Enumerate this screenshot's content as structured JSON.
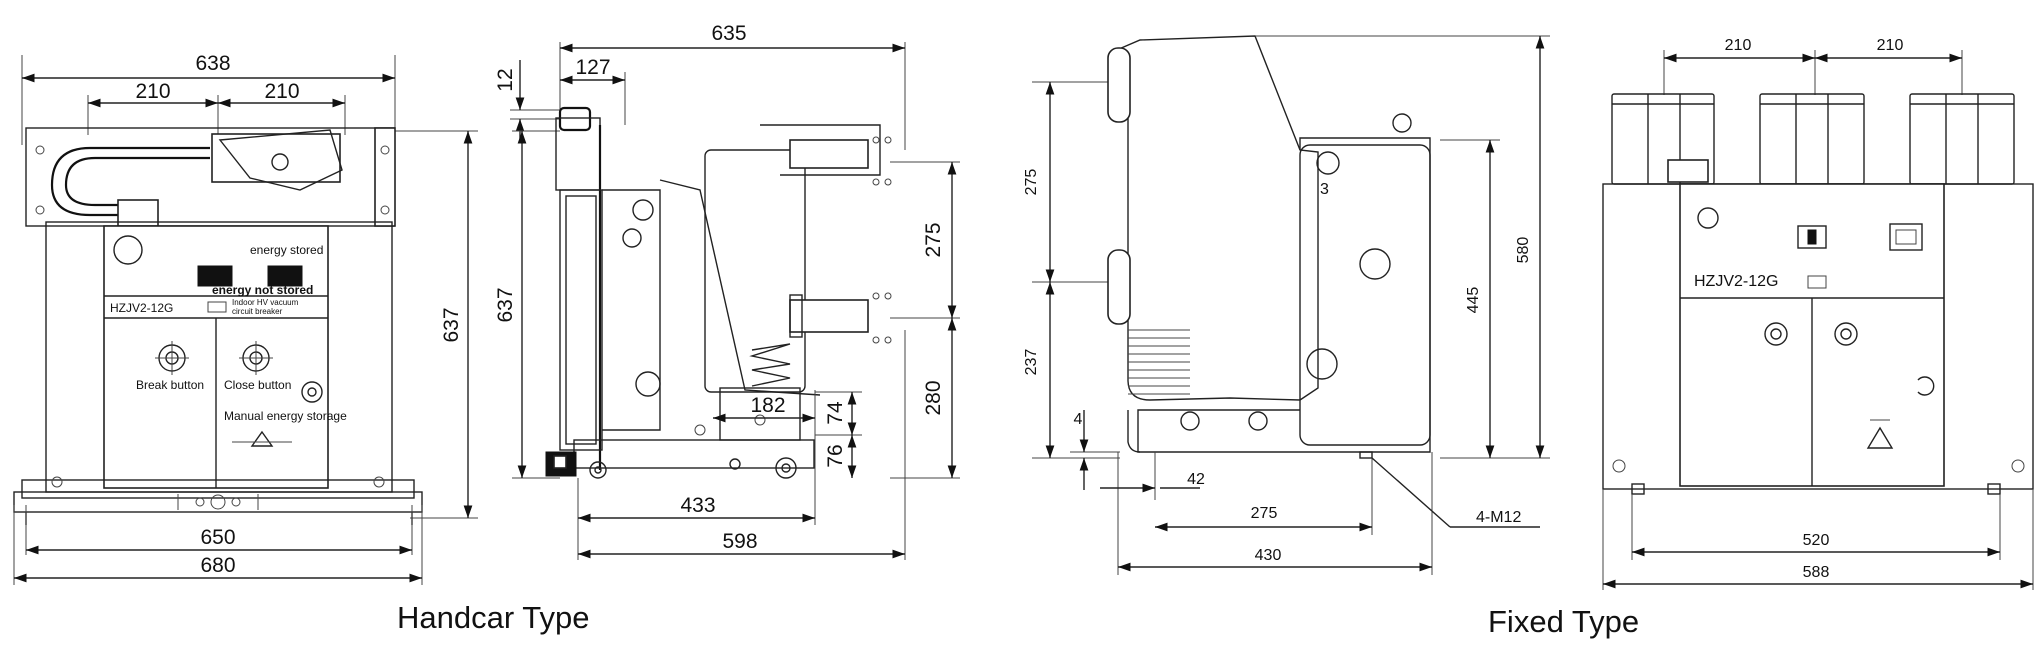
{
  "captions": {
    "handcar": "Handcar Type",
    "fixed": "Fixed Type"
  },
  "handcar_front": {
    "dims": {
      "top_width": "638",
      "pole_left": "210",
      "pole_right": "210",
      "height": "637",
      "base_inner": "650",
      "base_outer": "680"
    },
    "labels": {
      "energy_stored": "energy stored",
      "energy_not_stored": "energy not stored",
      "model": "HZJV2-12G",
      "desc_line1": "Indoor HV vacuum",
      "desc_line2": "circuit breaker",
      "break_button": "Break button",
      "close_button": "Close button",
      "manual_energy_storage": "Manual energy storage"
    }
  },
  "handcar_side": {
    "dims": {
      "depth_top": "635",
      "offset_127": "127",
      "top_12": "12",
      "height": "637",
      "pole_spacing": "275",
      "lower_280": "280",
      "w_182": "182",
      "h_74": "74",
      "h_76": "76",
      "d_433": "433",
      "d_598": "598"
    }
  },
  "fixed_side": {
    "dims": {
      "upper_275": "275",
      "lower_237": "237",
      "h_4": "4",
      "d_42": "42",
      "d_275": "275",
      "d_430": "430",
      "h_445": "445",
      "h_580": "580",
      "marker_3": "3",
      "bolt": "4-M12"
    }
  },
  "fixed_front": {
    "dims": {
      "pole_left": "210",
      "pole_right": "210",
      "w_520": "520",
      "w_588": "588"
    },
    "labels": {
      "model": "HZJV2-12G"
    }
  }
}
